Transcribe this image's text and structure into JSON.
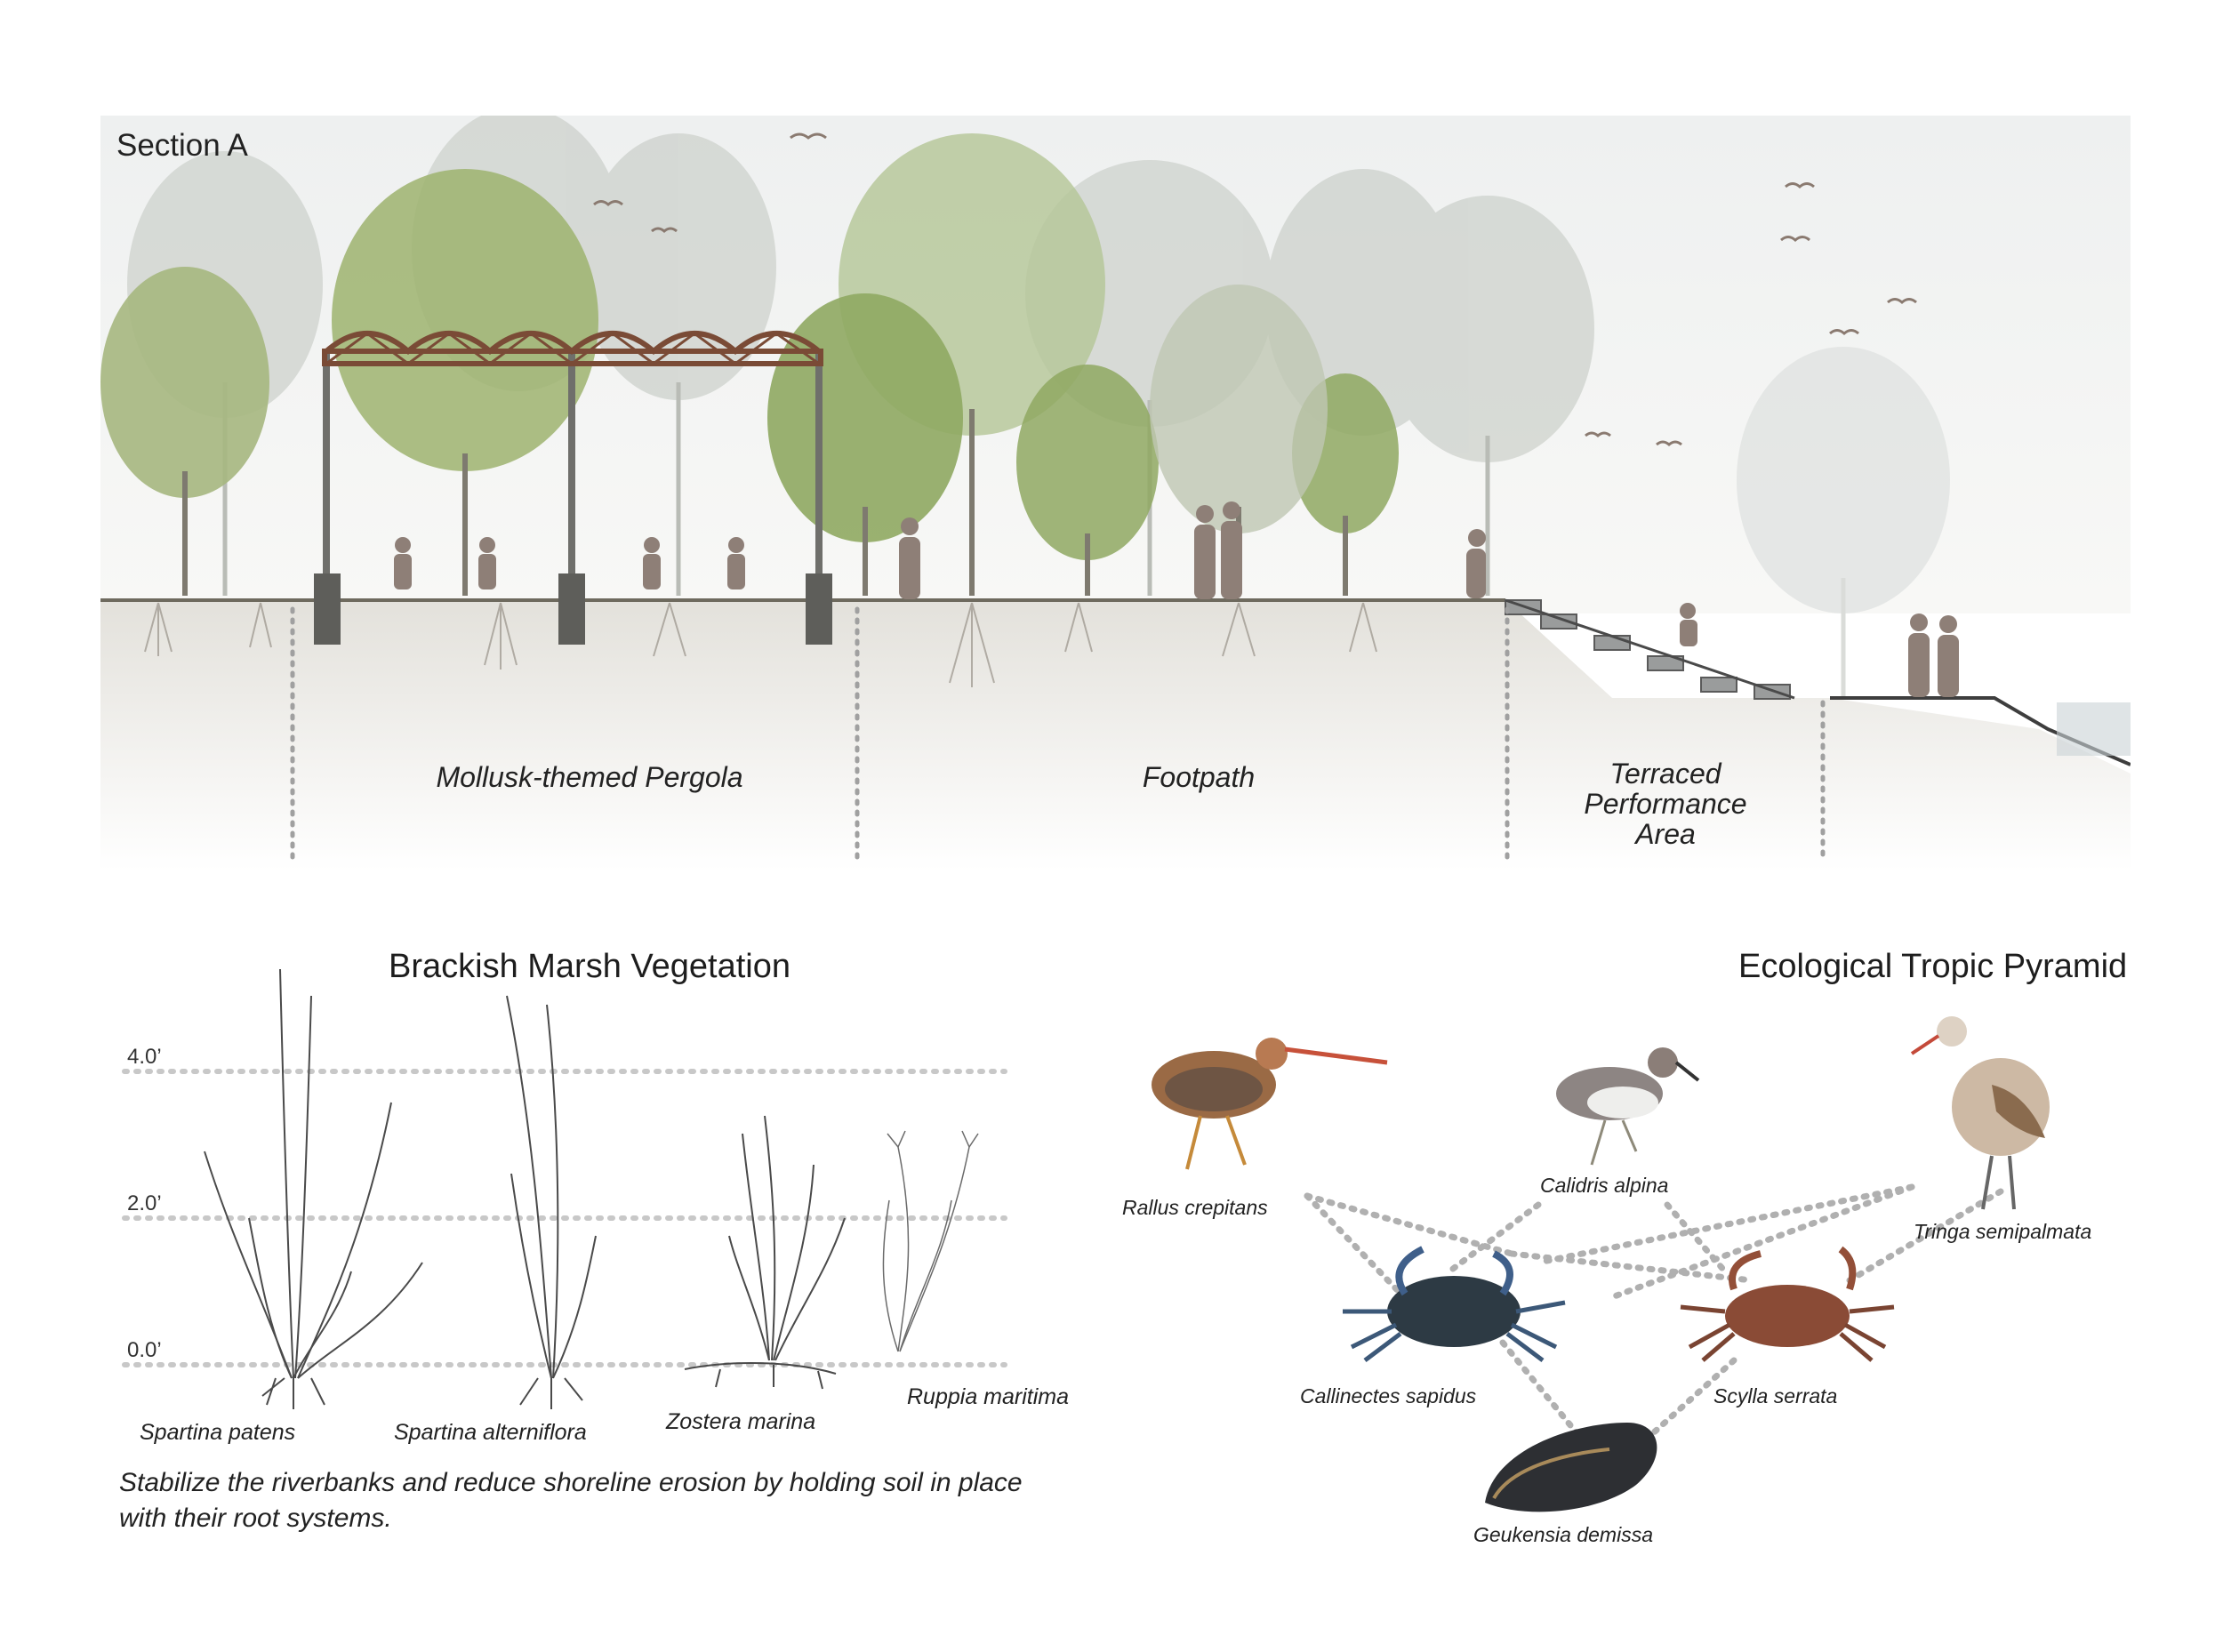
{
  "section": {
    "title": "Section A",
    "zones": [
      {
        "label": "Mollusk-themed Pergola"
      },
      {
        "label": "Footpath"
      },
      {
        "label": "Terraced Performance Area"
      }
    ]
  },
  "vegetation": {
    "title": "Brackish Marsh Vegetation",
    "levels": [
      "4.0’",
      "2.0’",
      "0.0’"
    ],
    "species": [
      "Spartina patens",
      "Spartina alterniflora",
      "Zostera marina",
      "Ruppia maritima"
    ],
    "note": "Stabilize the riverbanks and reduce shoreline erosion by holding soil in place with their root systems."
  },
  "pyramid": {
    "title": "Ecological Tropic Pyramid",
    "species": [
      "Rallus crepitans",
      "Calidris alpina",
      "Tringa semipalmata",
      "Callinectes sapidus",
      "Scylla serrata",
      "Geukensia demissa"
    ]
  },
  "colors": {
    "ground": "#e9e7e2",
    "tree_green": "#9bb36d",
    "tree_faded": "#c9cfc6",
    "pergola": "#7a4b36",
    "silhouette": "#8e7f77",
    "dots": "#b5b5b5"
  }
}
